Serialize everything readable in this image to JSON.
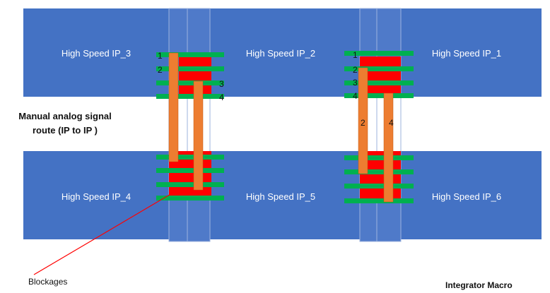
{
  "colors": {
    "ip_block": "#4472c4",
    "channel": "#4f7ac9",
    "channel_edge": "#9db3de",
    "blockage": "#ff0000",
    "pin": "#00b050",
    "route": "#ed7d31",
    "pointer": "#ff0000"
  },
  "ip_labels": {
    "ip1": "High Speed IP_1",
    "ip2": "High Speed IP_2",
    "ip3": "High Speed IP_3",
    "ip4": "High Speed IP_4",
    "ip5": "High Speed IP_5",
    "ip6": "High Speed IP_6"
  },
  "left_pins": {
    "p1": "1",
    "p2": "2",
    "p3": "3",
    "p4": "4"
  },
  "right_pins": {
    "p1": "1",
    "p2": "2",
    "p3": "3",
    "p4": "4"
  },
  "route_labels": {
    "r2": "2",
    "r4": "4"
  },
  "annotations": {
    "manual_route": "Manual analog signal route (IP to IP )",
    "blockages": "Blockages",
    "integrator_macro": "Integrator Macro"
  }
}
